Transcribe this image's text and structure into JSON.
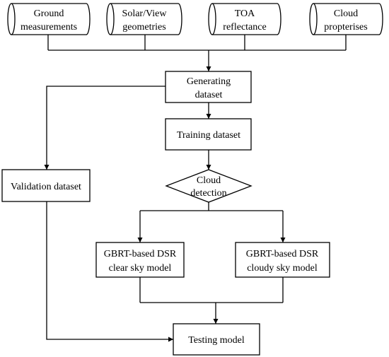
{
  "diagram": {
    "inputs": [
      {
        "lines": [
          "Ground",
          "measurements"
        ]
      },
      {
        "lines": [
          "Solar/View",
          "geometries"
        ]
      },
      {
        "lines": [
          "TOA",
          "reflectance"
        ]
      },
      {
        "lines": [
          "Cloud",
          "propterises"
        ]
      }
    ],
    "generating": {
      "lines": [
        "Generating",
        "dataset"
      ]
    },
    "training": {
      "label": "Training  dataset"
    },
    "validation": {
      "label": "Validation dataset"
    },
    "detection": {
      "lines": [
        "Cloud",
        "detection"
      ]
    },
    "clear_model": {
      "lines": [
        "GBRT-based DSR",
        "clear sky model"
      ]
    },
    "cloudy_model": {
      "lines": [
        "GBRT-based DSR",
        "cloudy sky model"
      ]
    },
    "testing": {
      "label": "Testing model"
    }
  }
}
